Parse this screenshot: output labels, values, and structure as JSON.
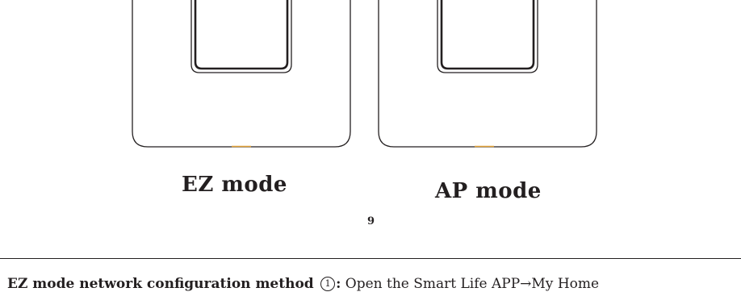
{
  "figures": [
    {
      "label": "EZ mode"
    },
    {
      "label": "AP mode"
    }
  ],
  "page_number": "9",
  "instruction": {
    "heading": "EZ mode network configuration method",
    "step_number": "1",
    "step_suffix": ":",
    "text": " Open the Smart Life APP→My Home"
  }
}
